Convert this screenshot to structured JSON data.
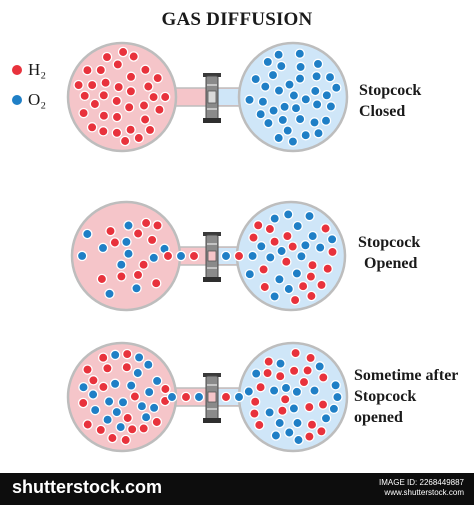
{
  "title": "GAS DIFFUSION",
  "legend": [
    {
      "label": "H₂",
      "color": "#e8323c"
    },
    {
      "label": "O₂",
      "color": "#1f7fc6"
    }
  ],
  "panels": [
    {
      "caption_lines": [
        "Stopcock",
        "Closed"
      ],
      "state": "closed"
    },
    {
      "caption_lines": [
        "Stopcock",
        "Opened"
      ],
      "state": "opened"
    },
    {
      "caption_lines": [
        "Sometime after",
        "Stopcock",
        "opened"
      ],
      "state": "mixed"
    }
  ],
  "colors": {
    "left_bulb_fill": "#f5c5c9",
    "right_bulb_fill": "#cfe6f8",
    "bulb_stroke": "#bdbdbd",
    "valve": "#8a8a8a",
    "footer_bg": "#0d0d0d"
  },
  "footer": {
    "brand": "shutterstock.com",
    "meta_line1": "IMAGE ID: 2268449887",
    "meta_line2": "www.shutterstock.com"
  }
}
